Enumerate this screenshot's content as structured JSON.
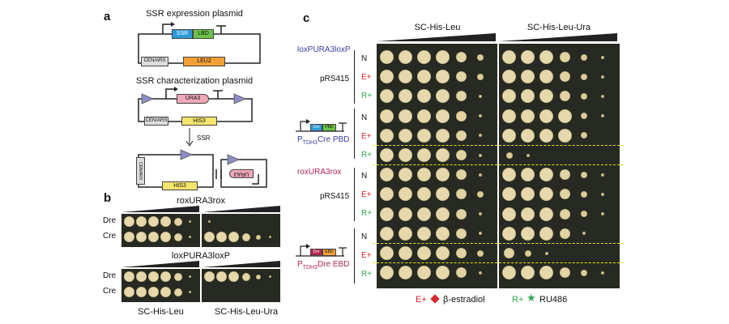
{
  "panels": {
    "a": "a",
    "b": "b",
    "c": "c"
  },
  "panel_a": {
    "plasmid1_title": "SSR expression plasmid",
    "plasmid1_parts": {
      "ssr": "SSR",
      "lbd": "LBD",
      "cenars": "CEN/ARS",
      "leu2": "LEU2"
    },
    "plasmid2_title": "SSR characterization plasmid",
    "plasmid2_parts": {
      "ura3": "URA3",
      "cenars": "CEN/ARS",
      "his3": "HIS3"
    },
    "arrow_label": "SSR",
    "product_parts": {
      "cenars": "CEN/ARS",
      "his3": "HIS3",
      "ura3": "URA3"
    },
    "colors": {
      "ssr": "#2c9ad8",
      "lbd": "#6cc24a",
      "leu2": "#f2a036",
      "ura3": "#eea8b8",
      "his3": "#f5e46a",
      "cenars": "#dddddd",
      "site": "#8c8cc8"
    }
  },
  "panel_b": {
    "plate1_title": "roxURA3rox",
    "plate2_title": "loxPURA3loxP",
    "row_labels": [
      "Dre",
      "Cre"
    ],
    "xlabels": [
      "SC-His-Leu",
      "SC-His-Leu-Ura"
    ],
    "growth": {
      "rox_his_leu": [
        [
          4,
          4,
          4,
          4,
          3,
          1
        ],
        [
          4,
          4,
          4,
          4,
          3,
          1
        ]
      ],
      "rox_his_leu_ura": [
        [
          1,
          0,
          0,
          0,
          0,
          0
        ],
        [
          4,
          4,
          4,
          3,
          2,
          1
        ]
      ],
      "lox_his_leu": [
        [
          4,
          4,
          4,
          4,
          3,
          1
        ],
        [
          4,
          4,
          4,
          4,
          3,
          1
        ]
      ],
      "lox_his_leu_ura": [
        [
          4,
          4,
          4,
          3,
          2,
          1
        ],
        [
          0,
          0,
          0,
          0,
          0,
          0
        ]
      ]
    }
  },
  "panel_c": {
    "col_titles": [
      "SC-His-Leu",
      "SC-His-Leu-Ura"
    ],
    "groups": [
      {
        "title": "loxPURA3loxP",
        "plasmid": "pRS415",
        "conditions": [
          "N",
          "E+",
          "R+"
        ]
      },
      {
        "title": "",
        "plasmid": "P",
        "plasmid_sub": "TDH3",
        "plasmid_rest": "Cre PBD",
        "box1": "Cre",
        "box2": "PBD",
        "conditions": [
          "N",
          "E+",
          "R+"
        ]
      },
      {
        "title": "roxURA3rox",
        "plasmid": "pRS415",
        "conditions": [
          "N",
          "E+",
          "R+"
        ]
      },
      {
        "title": "",
        "plasmid": "P",
        "plasmid_sub": "TDH3",
        "plasmid_rest": "Dre EBD",
        "box1": "Dre",
        "box2": "EBD",
        "conditions": [
          "N",
          "E+",
          "R+"
        ]
      }
    ],
    "growth": {
      "his_leu": [
        [
          4,
          4,
          4,
          4,
          3,
          2
        ],
        [
          4,
          4,
          4,
          4,
          3,
          2
        ],
        [
          4,
          4,
          4,
          4,
          3,
          1
        ],
        [
          4,
          4,
          4,
          4,
          3,
          1
        ],
        [
          4,
          4,
          4,
          4,
          3,
          1
        ],
        [
          4,
          4,
          4,
          4,
          3,
          1
        ],
        [
          4,
          4,
          4,
          4,
          3,
          1
        ],
        [
          4,
          4,
          4,
          4,
          3,
          2
        ],
        [
          4,
          4,
          4,
          4,
          3,
          1
        ],
        [
          4,
          4,
          4,
          4,
          3,
          1
        ],
        [
          4,
          4,
          4,
          4,
          3,
          2
        ],
        [
          4,
          4,
          4,
          4,
          3,
          1
        ]
      ],
      "his_leu_ura": [
        [
          4,
          4,
          4,
          3,
          2,
          1
        ],
        [
          4,
          4,
          4,
          3,
          2,
          1
        ],
        [
          4,
          4,
          4,
          3,
          2,
          1
        ],
        [
          4,
          4,
          4,
          4,
          2,
          1
        ],
        [
          4,
          4,
          4,
          4,
          2,
          0
        ],
        [
          2,
          1,
          0,
          0,
          0,
          0
        ],
        [
          4,
          4,
          4,
          3,
          2,
          1
        ],
        [
          4,
          4,
          4,
          3,
          2,
          1
        ],
        [
          4,
          4,
          4,
          3,
          2,
          1
        ],
        [
          4,
          4,
          4,
          3,
          1,
          0
        ],
        [
          3,
          2,
          1,
          0,
          0,
          0
        ],
        [
          4,
          4,
          4,
          3,
          2,
          1
        ]
      ]
    },
    "highlighted_rows": [
      5,
      10
    ],
    "legend": {
      "e_label": "E+",
      "e_text": "β-estradiol",
      "r_label": "R+",
      "r_text": "RU486"
    },
    "colors": {
      "e": "#d8242c",
      "r": "#2ea84a",
      "highlight": "#e8e200",
      "lox": "#3b3ca6",
      "rox": "#b3244e"
    }
  }
}
